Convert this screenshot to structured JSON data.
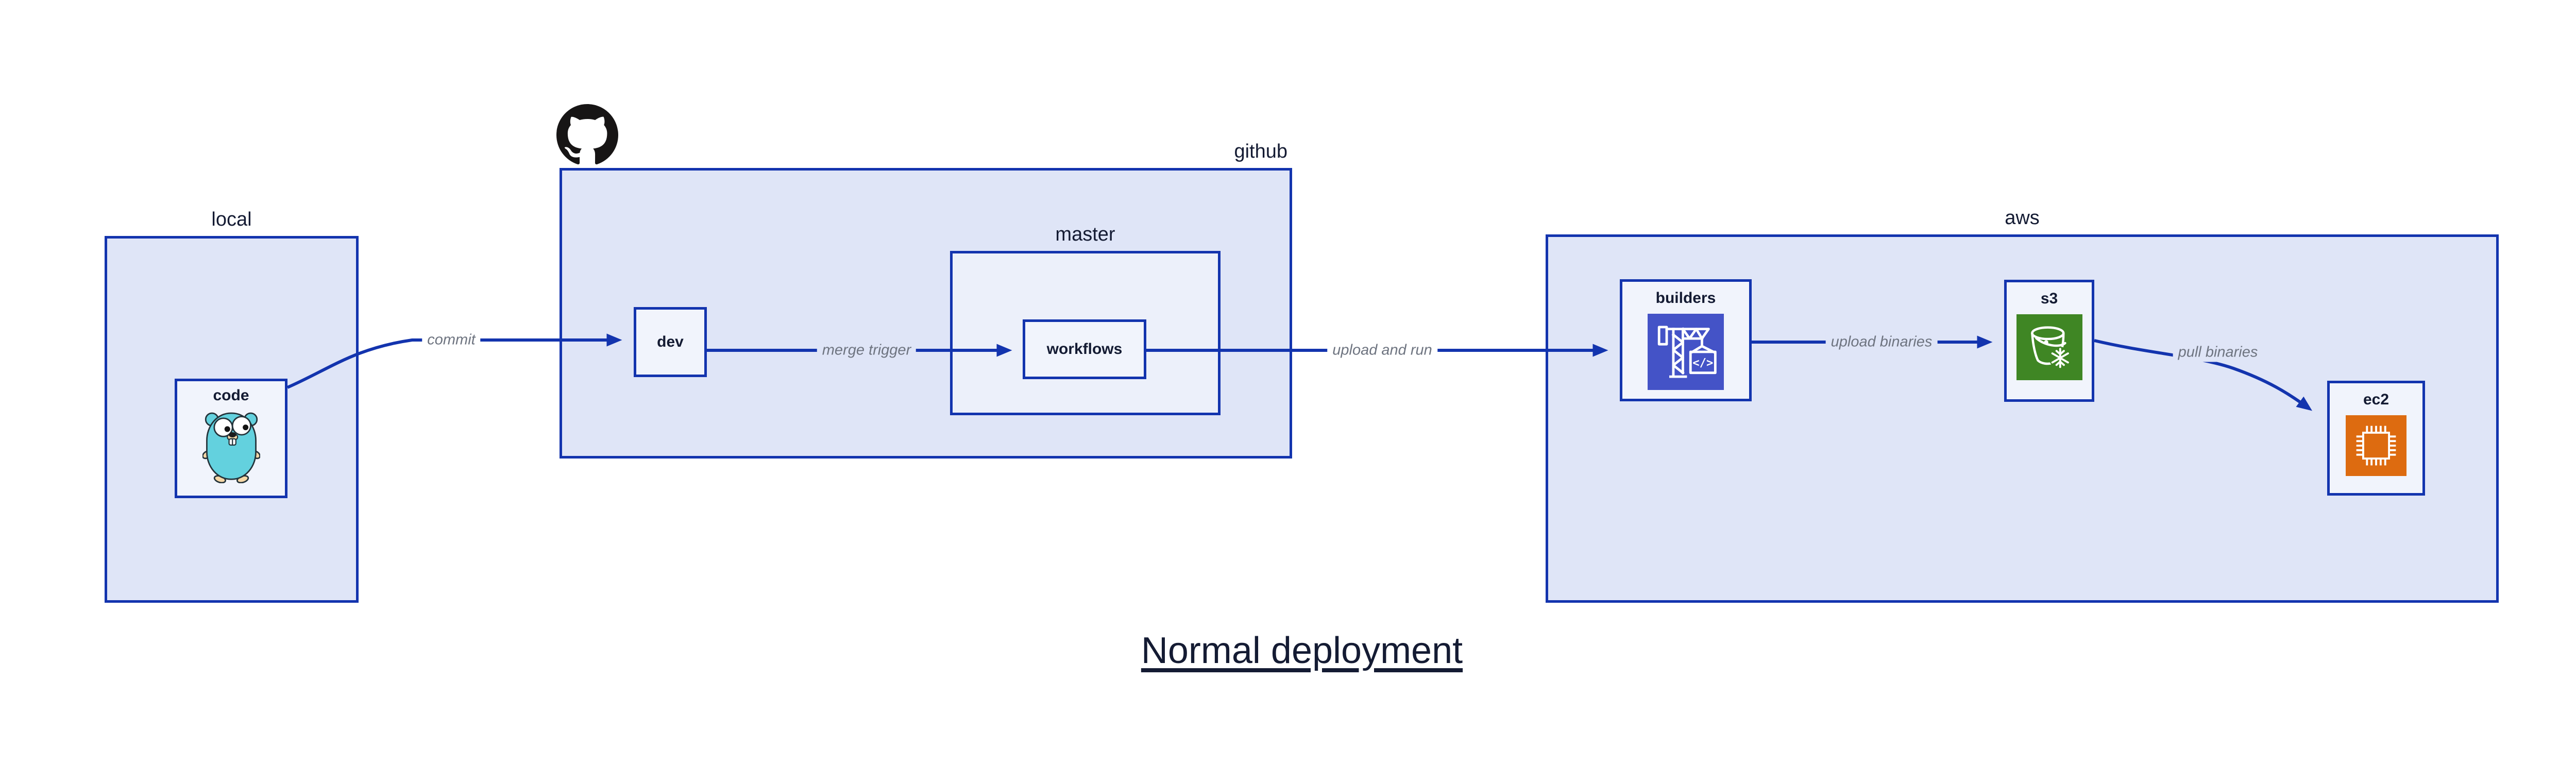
{
  "title": {
    "text": "Normal deployment"
  },
  "colors": {
    "line_blue": "#1334ae",
    "outer_group_fill": "#dfe5f7",
    "master_group_fill": "#ecf0fa",
    "node_fill": "#f1f4fc",
    "label_navy": "#141b33",
    "edge_label_gray": "#6e7480",
    "canvas_background": "#ffffff",
    "github_logo_black": "#171515",
    "codebuild_indigo": "#4453c7",
    "s3_glacier_green": "#3f8624",
    "ec2_orange": "#dd6b10",
    "gopher_teal": "#63d1de"
  },
  "groups": {
    "local": {
      "label": "local"
    },
    "github": {
      "label": "github",
      "logo_icon": "github-octocat-logo-icon"
    },
    "master": {
      "label": "master"
    },
    "aws": {
      "label": "aws"
    }
  },
  "nodes": {
    "code": {
      "label": "code",
      "icon": "go-gopher-icon"
    },
    "dev": {
      "label": "dev"
    },
    "workflows": {
      "label": "workflows"
    },
    "builders": {
      "label": "builders",
      "icon": "aws-codebuild-crane-icon",
      "icon_glyph": "</>"
    },
    "s3": {
      "label": "s3",
      "icon": "aws-s3-glacier-bucket-icon"
    },
    "ec2": {
      "label": "ec2",
      "icon": "aws-ec2-chip-icon"
    }
  },
  "edges": {
    "commit": {
      "label": "commit",
      "from": "code",
      "to": "dev"
    },
    "merge_trigger": {
      "label": "merge trigger",
      "from": "dev",
      "to": "workflows"
    },
    "upload_and_run": {
      "label": "upload and run",
      "from": "workflows",
      "to": "builders"
    },
    "upload_binaries": {
      "label": "upload binaries",
      "from": "builders",
      "to": "s3"
    },
    "pull_binaries": {
      "label": "pull binaries",
      "from": "s3",
      "to": "ec2"
    }
  }
}
